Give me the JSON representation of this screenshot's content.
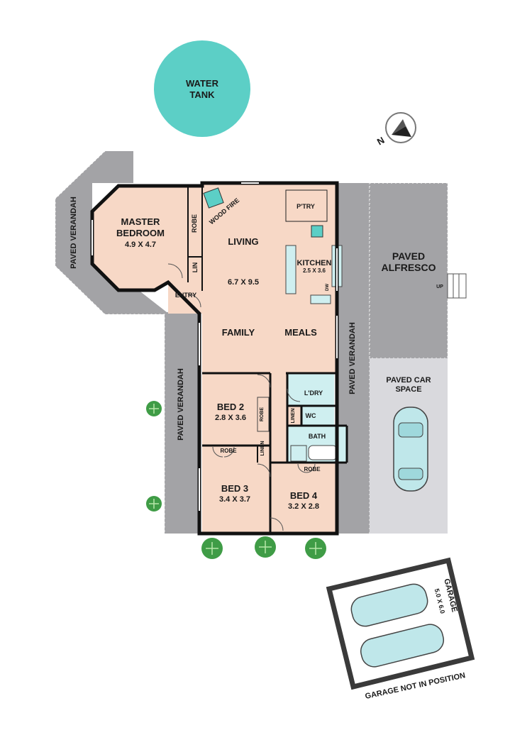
{
  "colors": {
    "room": "#f7d8c6",
    "wet": "#cfeff0",
    "paving": "#a3a3a6",
    "car_space": "#d9d9dd",
    "water_tank": "#5ccfc6",
    "wall": "#111111",
    "car_fill": "#bfe7ea",
    "plant": "#3f9c46"
  },
  "icons": {
    "compass": "compass-icon",
    "car": "car-icon",
    "plant": "plant-icon"
  },
  "labels": {
    "water_tank_1": "WATER",
    "water_tank_2": "TANK",
    "compass_n": "N",
    "verandah_left_top": "PAVED VERANDAH",
    "verandah_left_bottom": "PAVED VERANDAH",
    "verandah_right": "PAVED VERANDAH",
    "master_1": "MASTER",
    "master_2": "BEDROOM",
    "master_dims": "4.9 X 4.7",
    "robe_master": "ROBE",
    "lin_master": "LIN",
    "entry": "ENTRY",
    "wood_fire": "WOOD FIRE",
    "living": "LIVING",
    "living_dims": "6.7 X 9.5",
    "family": "FAMILY",
    "meals": "MEALS",
    "ptry": "P'TRY",
    "kitchen": "KITCHEN",
    "kitchen_dims": "2.5 X 3.6",
    "dw": "DW",
    "alfresco_1": "PAVED",
    "alfresco_2": "ALFRESCO",
    "up": "UP",
    "car_space_1": "PAVED CAR",
    "car_space_2": "SPACE",
    "bed2": "BED 2",
    "bed2_dims": "2.8 X 3.6",
    "robe_bed2": "ROBE",
    "ldry": "L'DRY",
    "linen_1": "LINEN",
    "wc": "WC",
    "bath": "BATH",
    "robe_bed3": "ROBE",
    "linen_2": "LINEN",
    "robe_bed4": "ROBE",
    "bed3": "BED 3",
    "bed3_dims": "3.4 X 3.7",
    "bed4": "BED 4",
    "bed4_dims": "3.2 X 2.8",
    "garage": "GARAGE",
    "garage_dims": "5.0 X 6.0",
    "garage_note": "GARAGE NOT IN POSITION"
  }
}
